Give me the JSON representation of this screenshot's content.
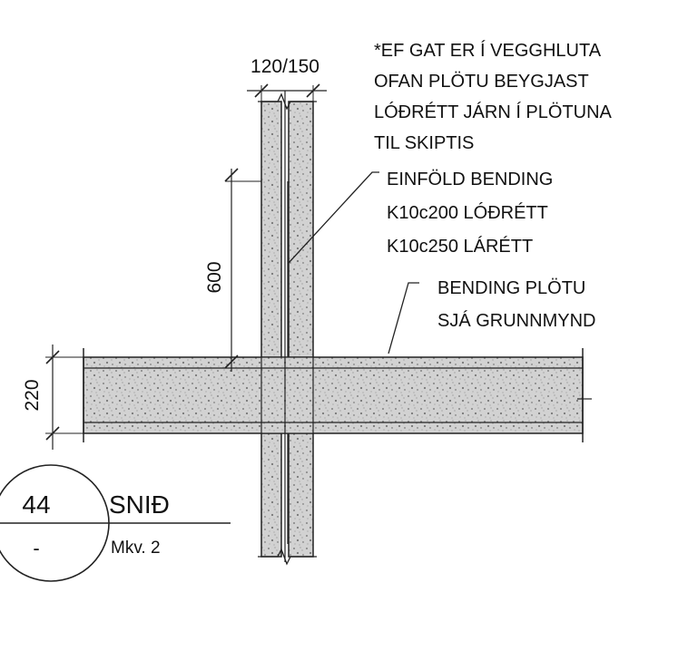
{
  "dimensions": {
    "wall_thickness": "120/150",
    "upper_height": "600",
    "slab_thickness": "220"
  },
  "notes": {
    "gap_note": [
      "*EF GAT ER Í VEGGHLUTA",
      "OFAN PLÖTU BEYGJAST",
      "LÓÐRÉTT JÁRN Í PLÖTUNA",
      "TIL SKIPTIS"
    ],
    "wall_rebar": [
      "EINFÖLD BENDING",
      "K10c200 LÓÐRÉTT",
      "K10c250 LÁRÉTT"
    ],
    "slab_rebar": [
      "BENDING PLÖTU",
      "SJÁ GRUNNMYND"
    ]
  },
  "title_block": {
    "number": "44",
    "sub": "-",
    "title": "SNIÐ",
    "scale": "Mkv. 2"
  }
}
